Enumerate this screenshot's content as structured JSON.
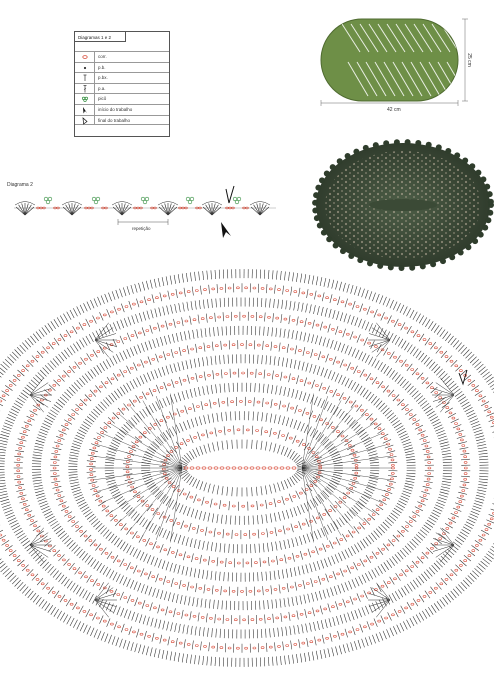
{
  "legend": {
    "title": "Diagramas 1 e 2",
    "items": [
      {
        "symbol": "chain-stitch",
        "label": "corr."
      },
      {
        "symbol": "slip-stitch",
        "label": "p.b."
      },
      {
        "symbol": "half-double-crochet",
        "label": "p.bx."
      },
      {
        "symbol": "double-crochet",
        "label": "p.a."
      },
      {
        "symbol": "picot",
        "label": "picô"
      },
      {
        "symbol": "start-arrow",
        "label": "início do trabalho"
      },
      {
        "symbol": "end-arrow",
        "label": "final do trabalho"
      }
    ]
  },
  "dimensions": {
    "width": "42 cm",
    "height": "25 cm"
  },
  "diagram2": {
    "title": "Diagrama 2",
    "repeat_label": "repetição"
  },
  "colors": {
    "mat_green": "#6e8f47",
    "dark_doily": "#3a4a36",
    "chain_red": "#d84c3a",
    "ink": "#2a2a2a"
  }
}
